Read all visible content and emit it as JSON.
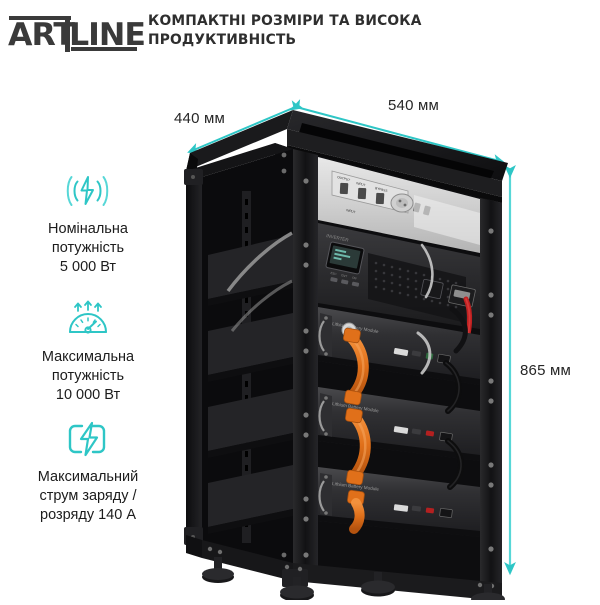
{
  "brand": {
    "logo_part1": "ART",
    "logo_part2": "LINE",
    "logo_name": "ARTLINE"
  },
  "header": {
    "headline": "КОМПАКТНІ РОЗМІРИ\nТА ВИСОКА ПРОДУКТИВНІСТЬ"
  },
  "features": [
    {
      "icon": "lightning-waves-icon",
      "text": "Номінальна\nпотужність\n5 000 Вт",
      "value": "5 000 Вт",
      "label": "Номінальна потужність"
    },
    {
      "icon": "gauge-icon",
      "text": "Максимальна\nпотужність\n10 000 Вт",
      "value": "10 000 Вт",
      "label": "Максимальна потужність"
    },
    {
      "icon": "battery-bolt-icon",
      "text": "Максимальний\nструм заряду /\nрозряду 140 А",
      "value": "140 А",
      "label": "Максимальний струм заряду / розряду"
    }
  ],
  "dimensions": {
    "depth": "440 мм",
    "width": "540 мм",
    "height": "865 мм"
  },
  "product": {
    "type": "battery-rack-cabinet",
    "inverter_label": "Inverter",
    "battery_module_label": "Lithium Battery Module",
    "module_count": 3
  },
  "colors": {
    "accent": "#2ec6c6",
    "accent_light": "#57d7d7",
    "text": "#1c1c1c",
    "logo": "#3a3a3a",
    "background": "#ffffff",
    "cable_orange": "#e8741c",
    "cable_red": "#c02020"
  }
}
